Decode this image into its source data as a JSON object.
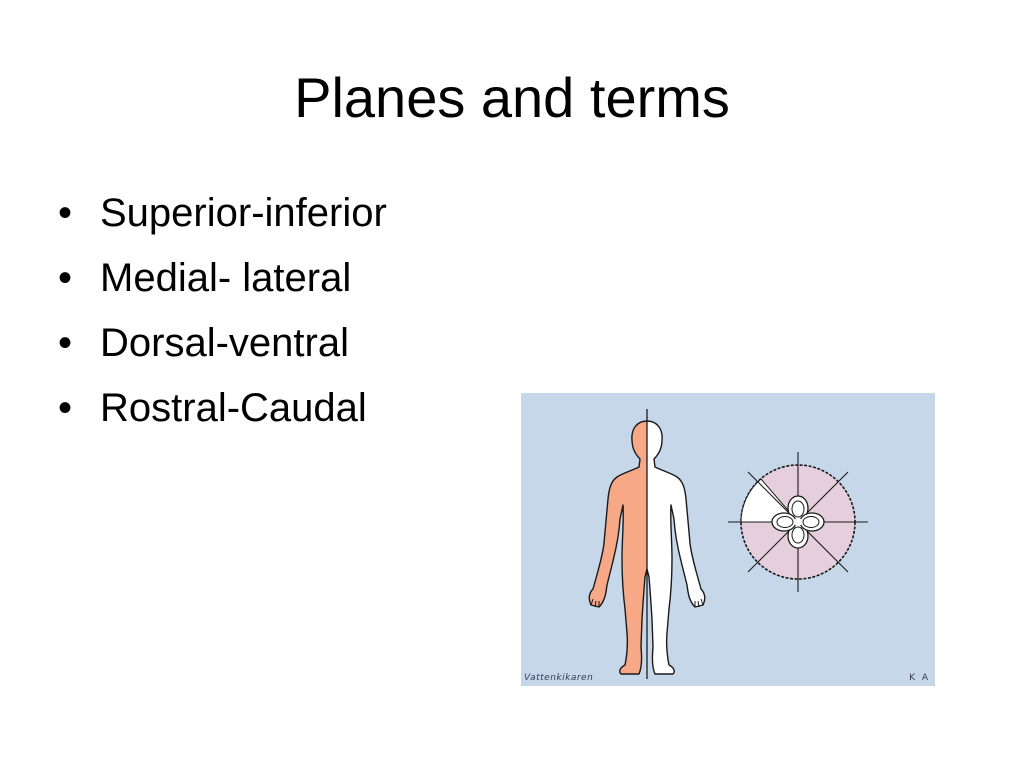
{
  "slide": {
    "title": "Planes and terms",
    "bullets": [
      {
        "text": "Superior-inferior"
      },
      {
        "text": "Medial- lateral"
      },
      {
        "text": "Dorsal-ventral"
      },
      {
        "text": "Rostral-Caudal"
      }
    ],
    "bullet_glyph": "•"
  },
  "figure": {
    "caption_left": "Vattenkikaren",
    "caption_right": "K A",
    "colors": {
      "background": "#c6d7ea",
      "body_left_half": "#f7a886",
      "body_right_half": "#ffffff",
      "disc_fill": "#e6cfdc",
      "disc_white_sector": "#ffffff",
      "outline": "#1a1a1a"
    }
  }
}
